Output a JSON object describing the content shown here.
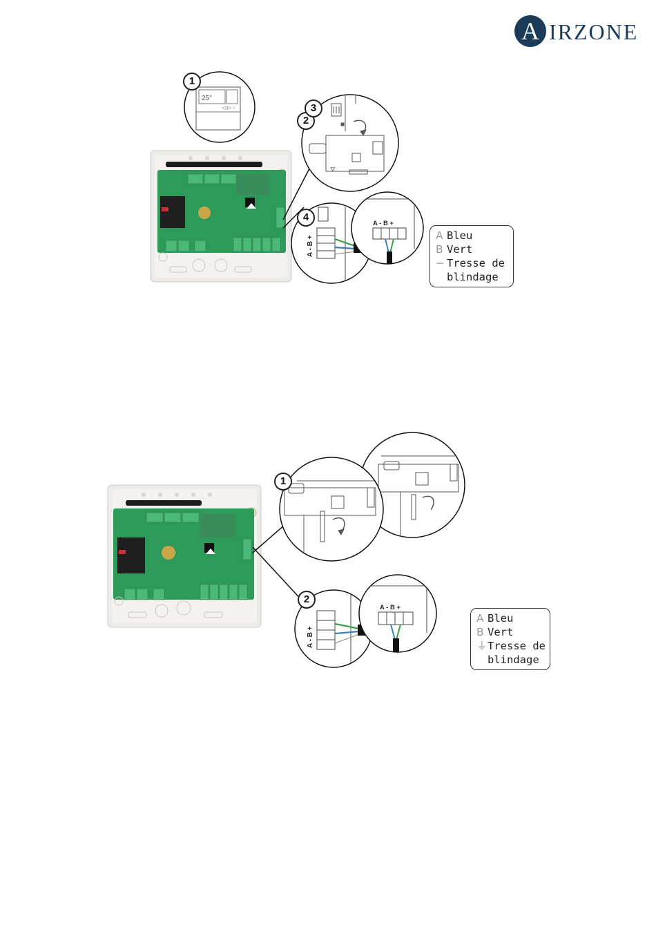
{
  "brand": {
    "initial": "A",
    "rest": "IRZONE",
    "color": "#1c3b58"
  },
  "figure1": {
    "steps": [
      "1",
      "2",
      "3",
      "4"
    ],
    "thermostat_temp": "25°",
    "terminal_label": "A - B +",
    "connector_label": "A - B +",
    "legend": [
      {
        "symbol": "A",
        "label": "Bleu"
      },
      {
        "symbol": "B",
        "label": "Vert"
      },
      {
        "symbol": "−",
        "label": "Tresse de",
        "label2": "blindage"
      }
    ]
  },
  "figure2": {
    "steps": [
      "1",
      "2"
    ],
    "terminal_label": "A - B +",
    "connector_label": "A - B +",
    "legend": [
      {
        "symbol": "A",
        "label": "Bleu"
      },
      {
        "symbol": "B",
        "label": "Vert"
      },
      {
        "symbol": "⏚",
        "label": "Tresse de",
        "label2": "blindage"
      }
    ]
  },
  "colors": {
    "pcb": "#2e9a5a",
    "terminal": "#4cb878",
    "wire_blue": "#3a7fc0",
    "wire_green": "#3aa046",
    "case": "#ecebe8"
  }
}
